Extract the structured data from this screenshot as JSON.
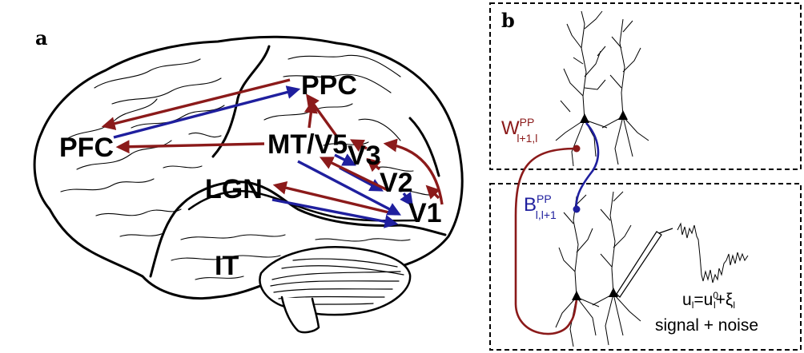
{
  "panel_a": {
    "label": "a",
    "regions": {
      "ppc": "PPC",
      "pfc": "PFC",
      "mt": "MT/V5",
      "v3": "V3",
      "v2": "V2",
      "v1": "V1",
      "lgn": "LGN",
      "it": "IT"
    }
  },
  "panel_b": {
    "label": "b",
    "feedback_weight": {
      "main": "W",
      "sup": "PP",
      "sub": "l+1,l"
    },
    "forward_weight": {
      "main": "B",
      "sup": "PP",
      "sub": "l,l+1"
    },
    "equation": {
      "u": "u",
      "u_sub": "l",
      "eq": "=u",
      "u0_sup": "0",
      "u0_sub": "l",
      "plus": "+ξ",
      "xi_sub": "l"
    },
    "caption": "signal + noise"
  },
  "colors": {
    "feedback": "#8b1a1a",
    "feedforward": "#1f1f9e",
    "outline": "#000000"
  }
}
